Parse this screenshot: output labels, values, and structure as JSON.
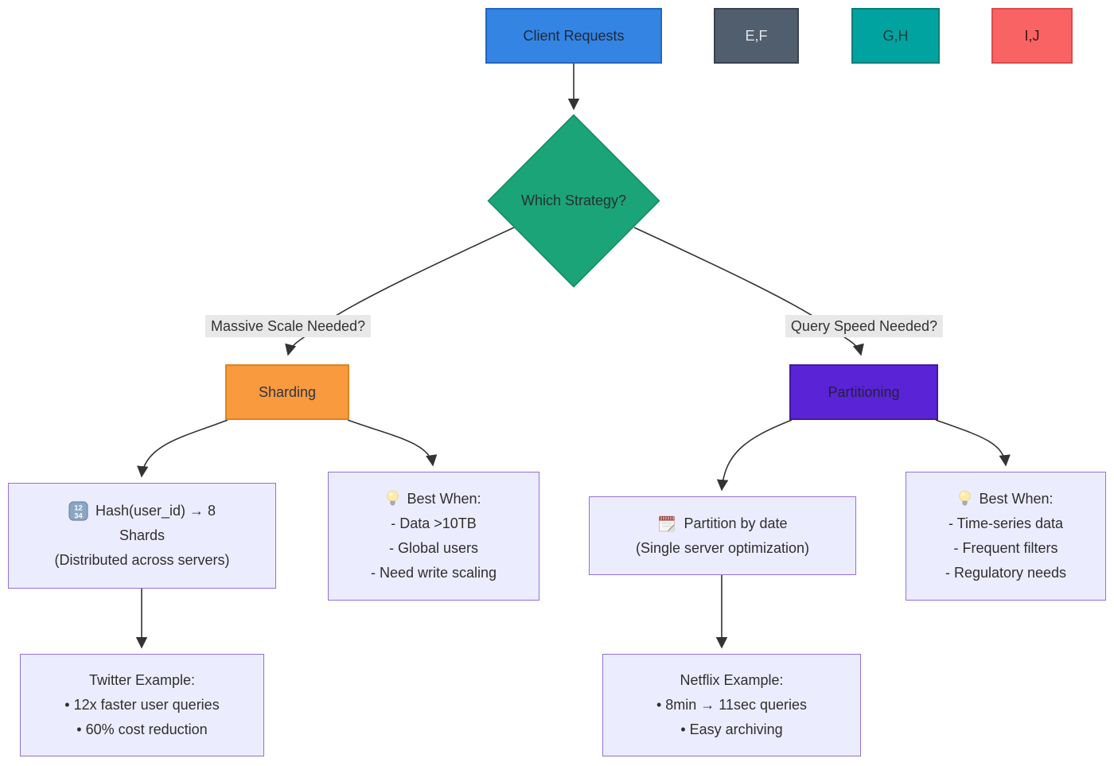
{
  "nodes": {
    "client_requests": {
      "label": "Client Requests"
    },
    "ef": {
      "label": "E,F"
    },
    "gh": {
      "label": "G,H"
    },
    "ij": {
      "label": "I,J"
    },
    "decision": {
      "label": "Which Strategy?"
    },
    "sharding": {
      "label": "Sharding"
    },
    "partitioning": {
      "label": "Partitioning"
    },
    "hash_shards": {
      "icon": "numbers-icon",
      "line1": "Hash(user_id) → 8",
      "line2": "Shards",
      "line3": "(Distributed across servers)"
    },
    "best_when_sharding": {
      "icon": "bulb-icon",
      "title": "Best When:",
      "items": [
        "- Data >10TB",
        "- Global users",
        "- Need write scaling"
      ]
    },
    "partition_by_date": {
      "icon": "calendar-icon",
      "line1": "Partition by date",
      "line2": "(Single server optimization)"
    },
    "best_when_partitioning": {
      "icon": "bulb-icon",
      "title": "Best When:",
      "items": [
        "- Time-series data",
        "- Frequent filters",
        "- Regulatory needs"
      ]
    },
    "twitter_example": {
      "title": "Twitter Example:",
      "items": [
        "• 12x faster user queries",
        "• 60% cost reduction"
      ]
    },
    "netflix_example": {
      "title": "Netflix Example:",
      "items": [
        "• 8min → 11sec queries",
        "• Easy archiving"
      ]
    }
  },
  "edge_labels": {
    "left": "Massive Scale Needed?",
    "right": "Query Speed Needed?"
  },
  "colors": {
    "blue_fill": "#3484e4",
    "blue_stroke": "#2266c2",
    "slate_fill": "#515e6e",
    "slate_stroke": "#3a434f",
    "slate_text": "#e2e5e8",
    "teal_fill": "#00a39f",
    "teal_stroke": "#007f7b",
    "red_fill": "#f96363",
    "red_stroke": "#de4a4a",
    "green_fill": "#1aa478",
    "green_stroke": "#128a63",
    "orange_fill": "#f89a3d",
    "orange_stroke": "#e0831d",
    "purple_fill": "#5a23d6",
    "purple_stroke": "#45189f",
    "node_fill": "#ececff",
    "node_stroke": "#9370db",
    "line": "#333333",
    "label_bg": "#e8e8e8",
    "text": "#2b2b2b"
  }
}
